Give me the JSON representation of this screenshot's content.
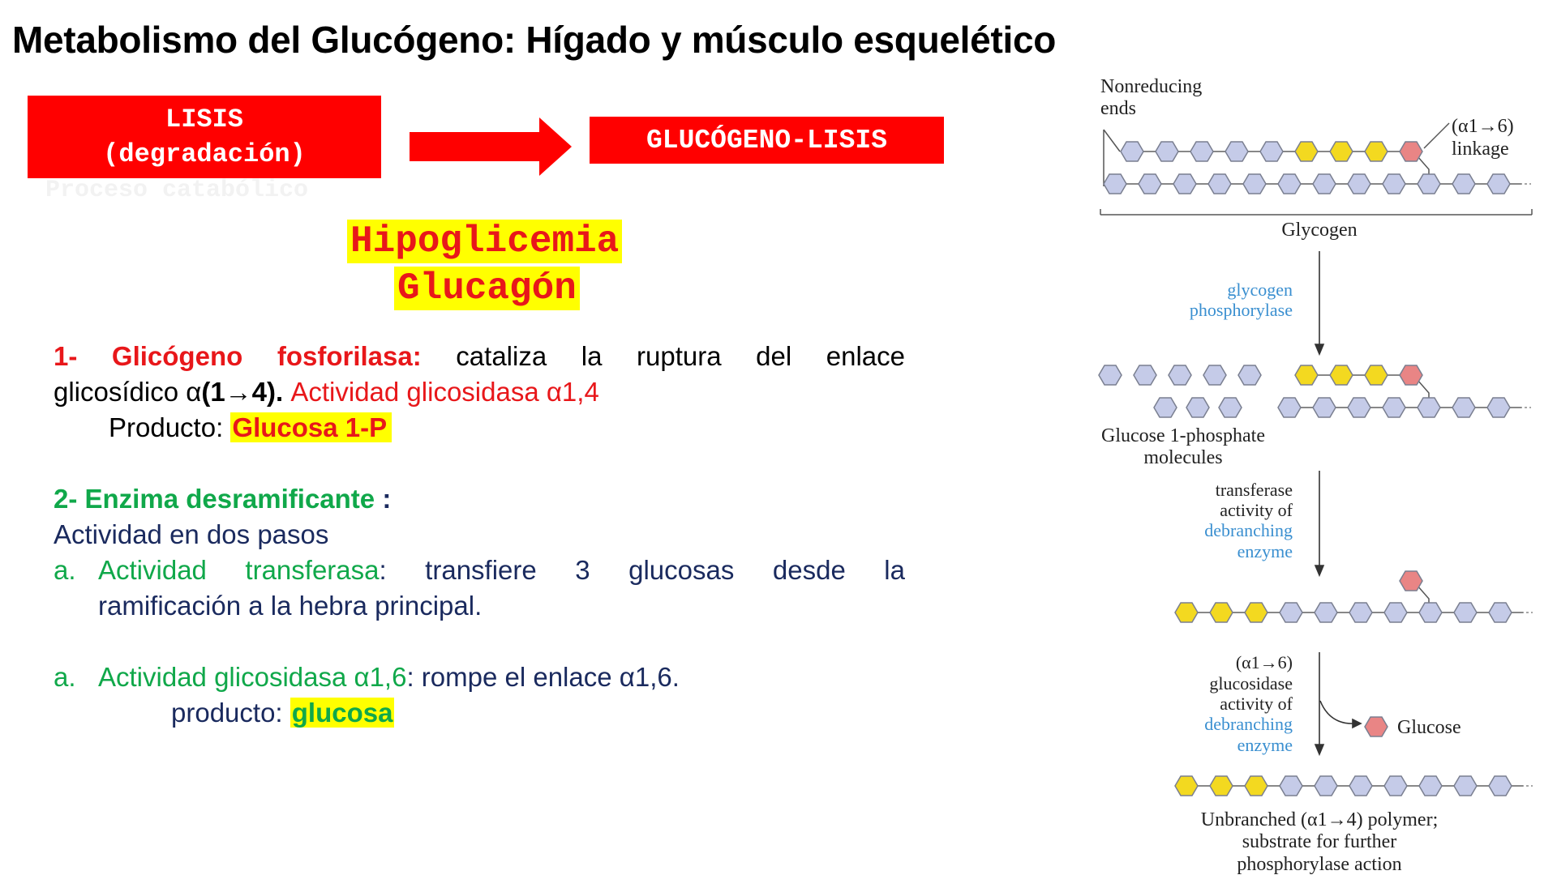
{
  "title": "Metabolismo del Glucógeno: Hígado y músculo esquelético",
  "flow": {
    "lisis_line1": "LISIS",
    "lisis_line2": "(degradación)",
    "faint_caption": "Proceso catabólico",
    "result": "GLUCÓGENO-LISIS"
  },
  "highlights": {
    "line1": "Hipoglicemia",
    "line2": "Glucagón"
  },
  "text": {
    "p1_num": "1- Glicógeno fosforilasa:",
    "p1_rest": " cataliza la ruptura del enlace",
    "p1_l2a": "glicosídico α",
    "p1_l2b": "(1→4).",
    "p1_l2c": " Actividad glicosidasa α1,4",
    "p1_prod_label": "Producto: ",
    "p1_prod_value": "Glucosa 1-P",
    "p2_num": "2- Enzima desramificante",
    "p2_colon": " :",
    "p2_sub": "Actividad en dos pasos",
    "a1_marker": "a.",
    "a1_green": "Actividad transferasa",
    "a1_rest": ": transfiere 3 glucosas desde la",
    "a1_l2": "ramificación a la hebra principal.",
    "a2_marker": "a.",
    "a2_green": "Actividad glicosidasa α1,6",
    "a2_rest": ": rompe el enlace α1,6.",
    "a2_prod_label": "producto: ",
    "a2_prod_value": "glucosa"
  },
  "diagram": {
    "nonreducing_1": "Nonreducing",
    "nonreducing_2": "ends",
    "linkage_1": "(α1→6)",
    "linkage_2": "linkage",
    "glycogen": "Glycogen",
    "enzyme1_1": "glycogen",
    "enzyme1_2": "phosphorylase",
    "g1p_1": "Glucose 1-phosphate",
    "g1p_2": "molecules",
    "step2_1": "transferase",
    "step2_2": "activity of",
    "step2_3": "debranching",
    "step2_4": "enzyme",
    "step3_1": "(α1→6)",
    "step3_2": "glucosidase",
    "step3_3": "activity of",
    "step3_4": "debranching",
    "step3_5": "enzyme",
    "glucose": "Glucose",
    "final_1": "Unbranched (α1→4) polymer;",
    "final_2": "substrate for further",
    "final_3": "phosphorylase action",
    "colors": {
      "glucose_unit": "#c5cbe8",
      "transferred_unit": "#f3d920",
      "branch_unit": "#e98585",
      "enzyme_label": "#3a8fd0"
    }
  }
}
